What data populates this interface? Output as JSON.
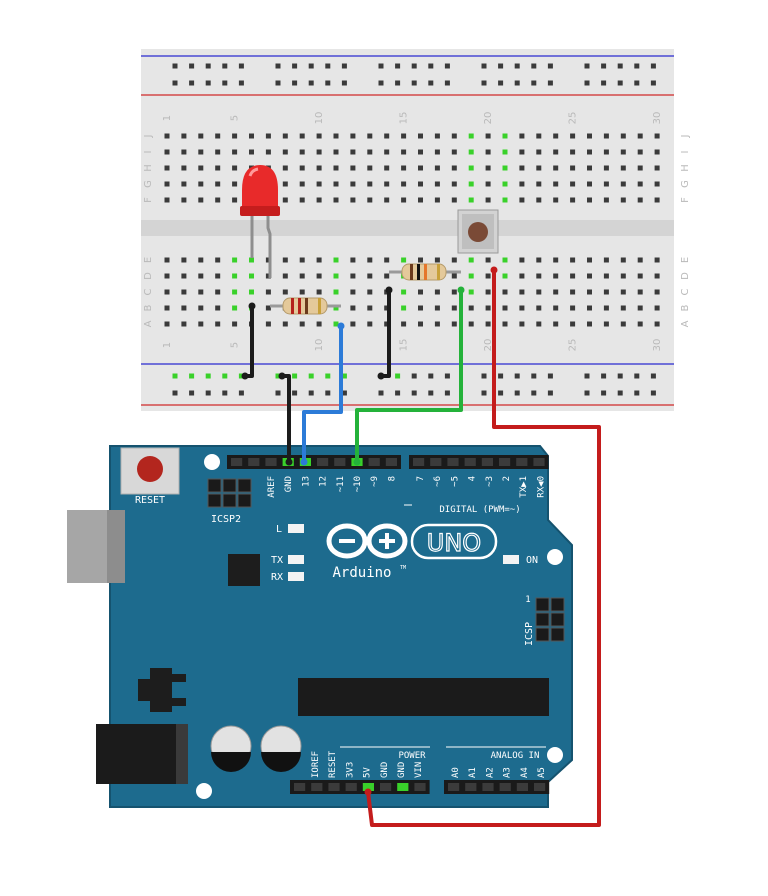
{
  "breadboard": {
    "column_numbers": [
      "1",
      "5",
      "10",
      "15",
      "20",
      "25",
      "30"
    ],
    "row_letters_top": [
      "J",
      "I",
      "H",
      "G",
      "F"
    ],
    "row_letters_bottom": [
      "E",
      "D",
      "C",
      "B",
      "A"
    ]
  },
  "arduino": {
    "reset_label": "RESET",
    "icsp2_label": "ICSP2",
    "icsp_label": "ICSP",
    "icsp_pin1_label": "1",
    "brand_label": "Arduino",
    "tm_label": "TM",
    "model_label": "UNO",
    "on_label": "ON",
    "led_l_label": "L",
    "tx_label": "TX",
    "rx_label": "RX",
    "digital_label": "DIGITAL (PWM=~)",
    "power_label": "POWER",
    "analog_label": "ANALOG IN",
    "digital_pins": [
      "AREF",
      "GND",
      "13",
      "12",
      "~11",
      "~10",
      "~9",
      "8",
      "7",
      "~6",
      "~5",
      "4",
      "~3",
      "2",
      "TX▶1",
      "RX◀0"
    ],
    "power_pins": [
      "IOREF",
      "RESET",
      "3V3",
      "5V",
      "GND",
      "GND",
      "VIN"
    ],
    "analog_pins": [
      "A0",
      "A1",
      "A2",
      "A3",
      "A4",
      "A5"
    ]
  },
  "colors": {
    "board": "#1d6b8e",
    "board_edge": "#15536f",
    "breadboard": "#e6e6e6",
    "wire_black": "#1c1c1c",
    "wire_blue": "#2c7bd8",
    "wire_green": "#24b23a",
    "wire_red": "#c41c1c",
    "led_red": "#e82a2a",
    "highlight_green": "#39d12a"
  },
  "icons": {
    "logo": "infinity-plus-minus-logo"
  }
}
